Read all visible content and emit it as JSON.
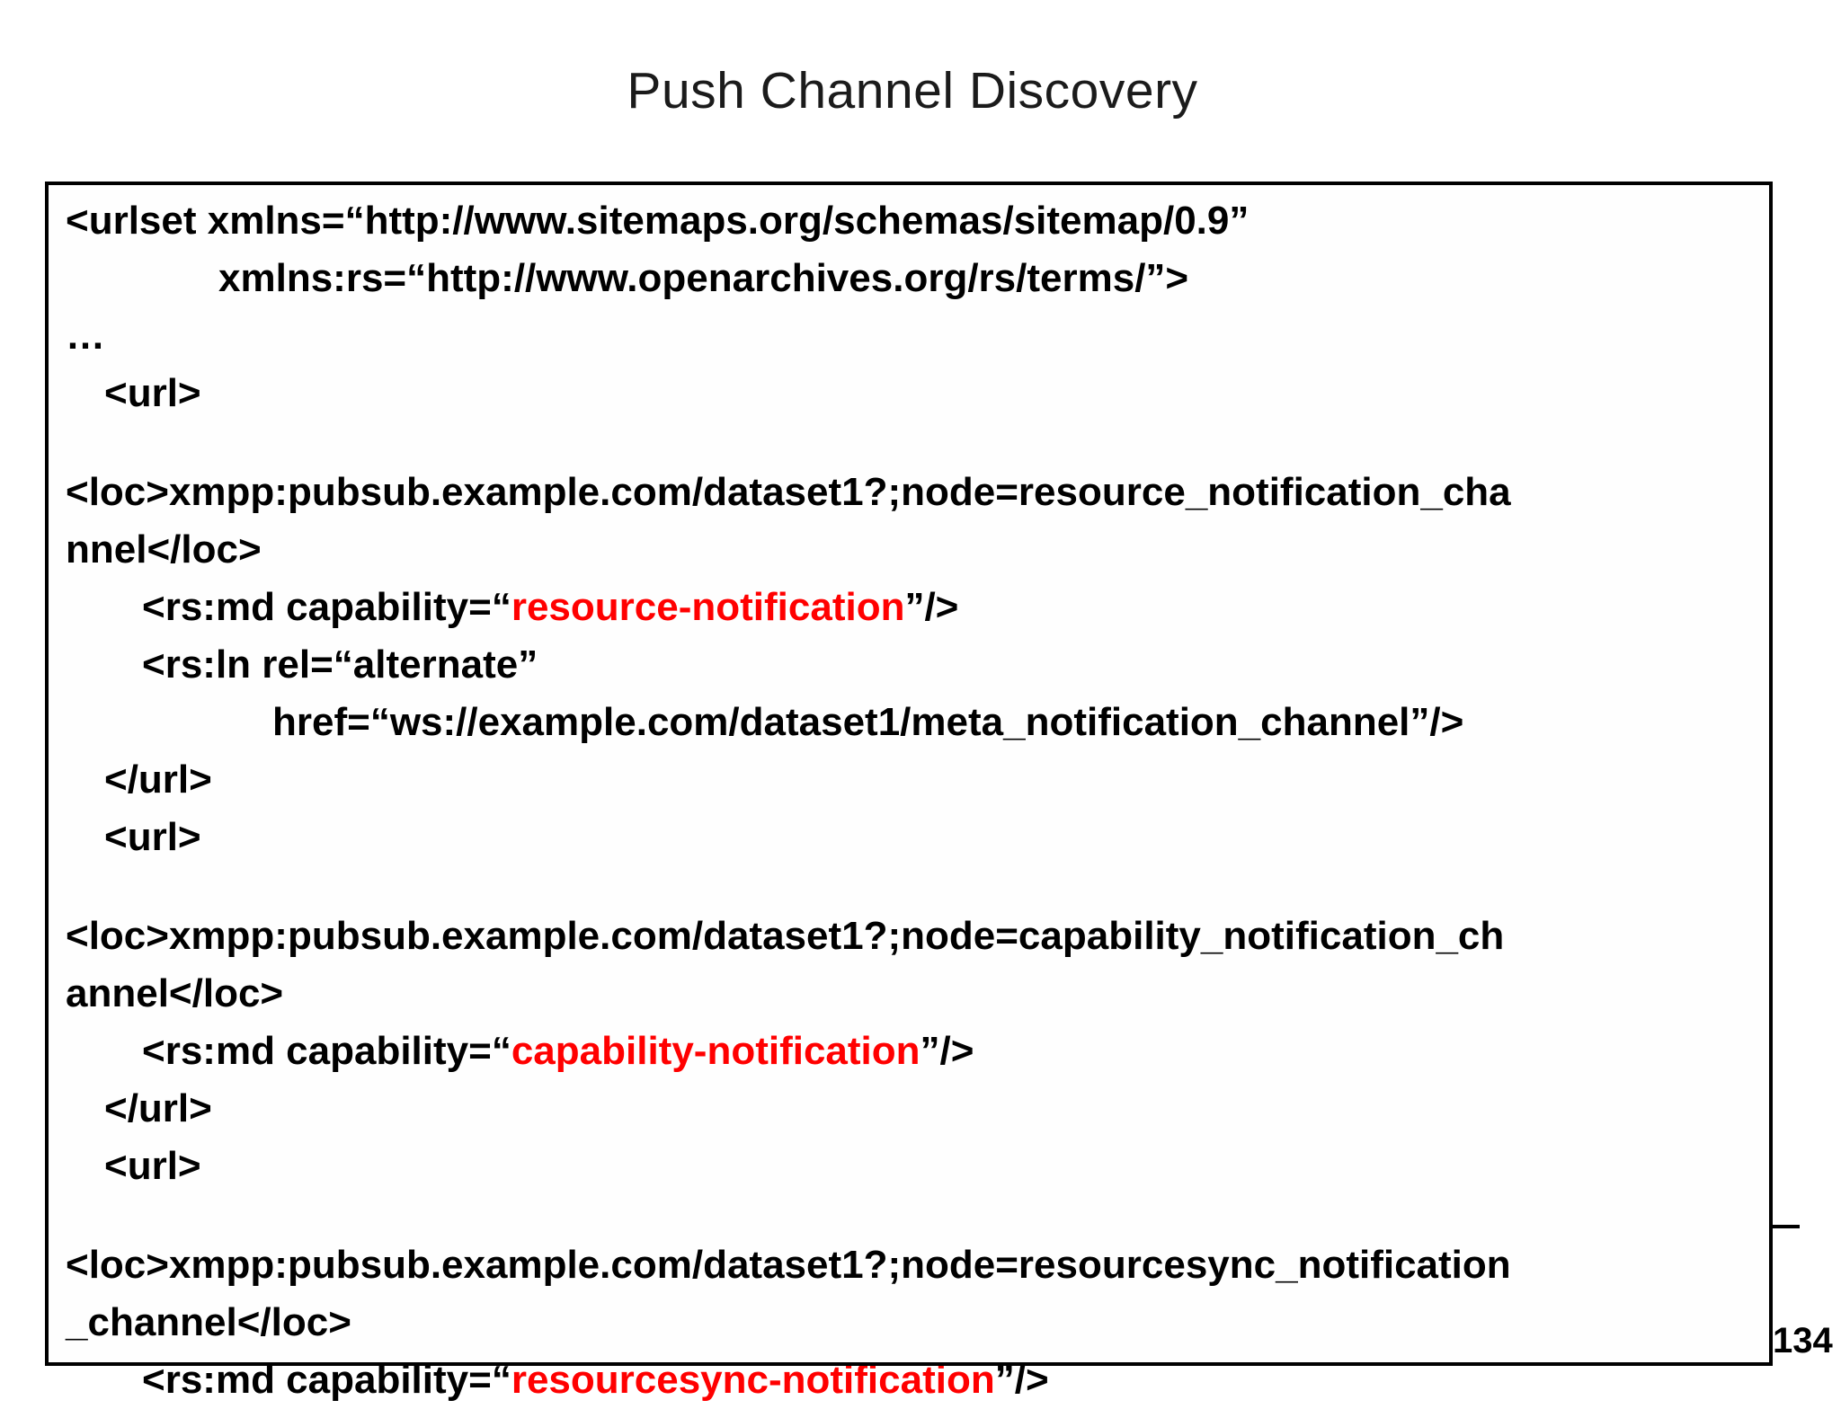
{
  "slide": {
    "title": "Push Channel Discovery",
    "page_number": "134"
  },
  "code_block": {
    "text_color": "#000000",
    "highlight_color": "#ff0000",
    "lines": [
      {
        "indent": 0,
        "segments": [
          {
            "t": "<urlset xmlns=“http://www.sitemaps.org/schemas/sitemap/0.9”"
          }
        ]
      },
      {
        "indent": 170,
        "segments": [
          {
            "t": "xmlns:rs=“http://www.openarchives.org/rs/terms/”>"
          }
        ]
      },
      {
        "indent": 0,
        "segments": [
          {
            "t": "…"
          }
        ]
      },
      {
        "indent": 43,
        "segments": [
          {
            "t": "<url>"
          }
        ]
      },
      {
        "blank": true
      },
      {
        "indent": 0,
        "segments": [
          {
            "t": "<loc>xmpp:pubsub.example.com/dataset1?;node=resource_notification_cha"
          }
        ]
      },
      {
        "indent": 0,
        "segments": [
          {
            "t": "nnel</loc>"
          }
        ]
      },
      {
        "indent": 85,
        "segments": [
          {
            "t": "<rs:md capability=“"
          },
          {
            "t": "resource-notification",
            "c": "highlight"
          },
          {
            "t": "”/>"
          }
        ]
      },
      {
        "indent": 85,
        "segments": [
          {
            "t": "<rs:ln rel=“alternate”"
          }
        ]
      },
      {
        "indent": 230,
        "segments": [
          {
            "t": "href=“ws://example.com/dataset1/meta_notification_channel”/>"
          }
        ]
      },
      {
        "indent": 43,
        "segments": [
          {
            "t": "</url>"
          }
        ]
      },
      {
        "indent": 43,
        "segments": [
          {
            "t": "<url>"
          }
        ]
      },
      {
        "blank": true
      },
      {
        "indent": 0,
        "segments": [
          {
            "t": "<loc>xmpp:pubsub.example.com/dataset1?;node=capability_notification_ch"
          }
        ]
      },
      {
        "indent": 0,
        "segments": [
          {
            "t": "annel</loc>"
          }
        ]
      },
      {
        "indent": 85,
        "segments": [
          {
            "t": "<rs:md capability=“"
          },
          {
            "t": "capability-notification",
            "c": "highlight"
          },
          {
            "t": "”/>"
          }
        ]
      },
      {
        "indent": 43,
        "segments": [
          {
            "t": "</url>"
          }
        ]
      },
      {
        "indent": 43,
        "segments": [
          {
            "t": "<url>"
          }
        ]
      },
      {
        "blank": true
      },
      {
        "indent": 0,
        "segments": [
          {
            "t": "<loc>xmpp:pubsub.example.com/dataset1?;node=resourcesync_notification"
          }
        ]
      },
      {
        "indent": 0,
        "segments": [
          {
            "t": "_channel</loc>"
          }
        ]
      },
      {
        "indent": 85,
        "segments": [
          {
            "t": "<rs:md capability=“"
          },
          {
            "t": "resourcesync-notification",
            "c": "highlight"
          },
          {
            "t": "”/>"
          }
        ]
      }
    ]
  }
}
